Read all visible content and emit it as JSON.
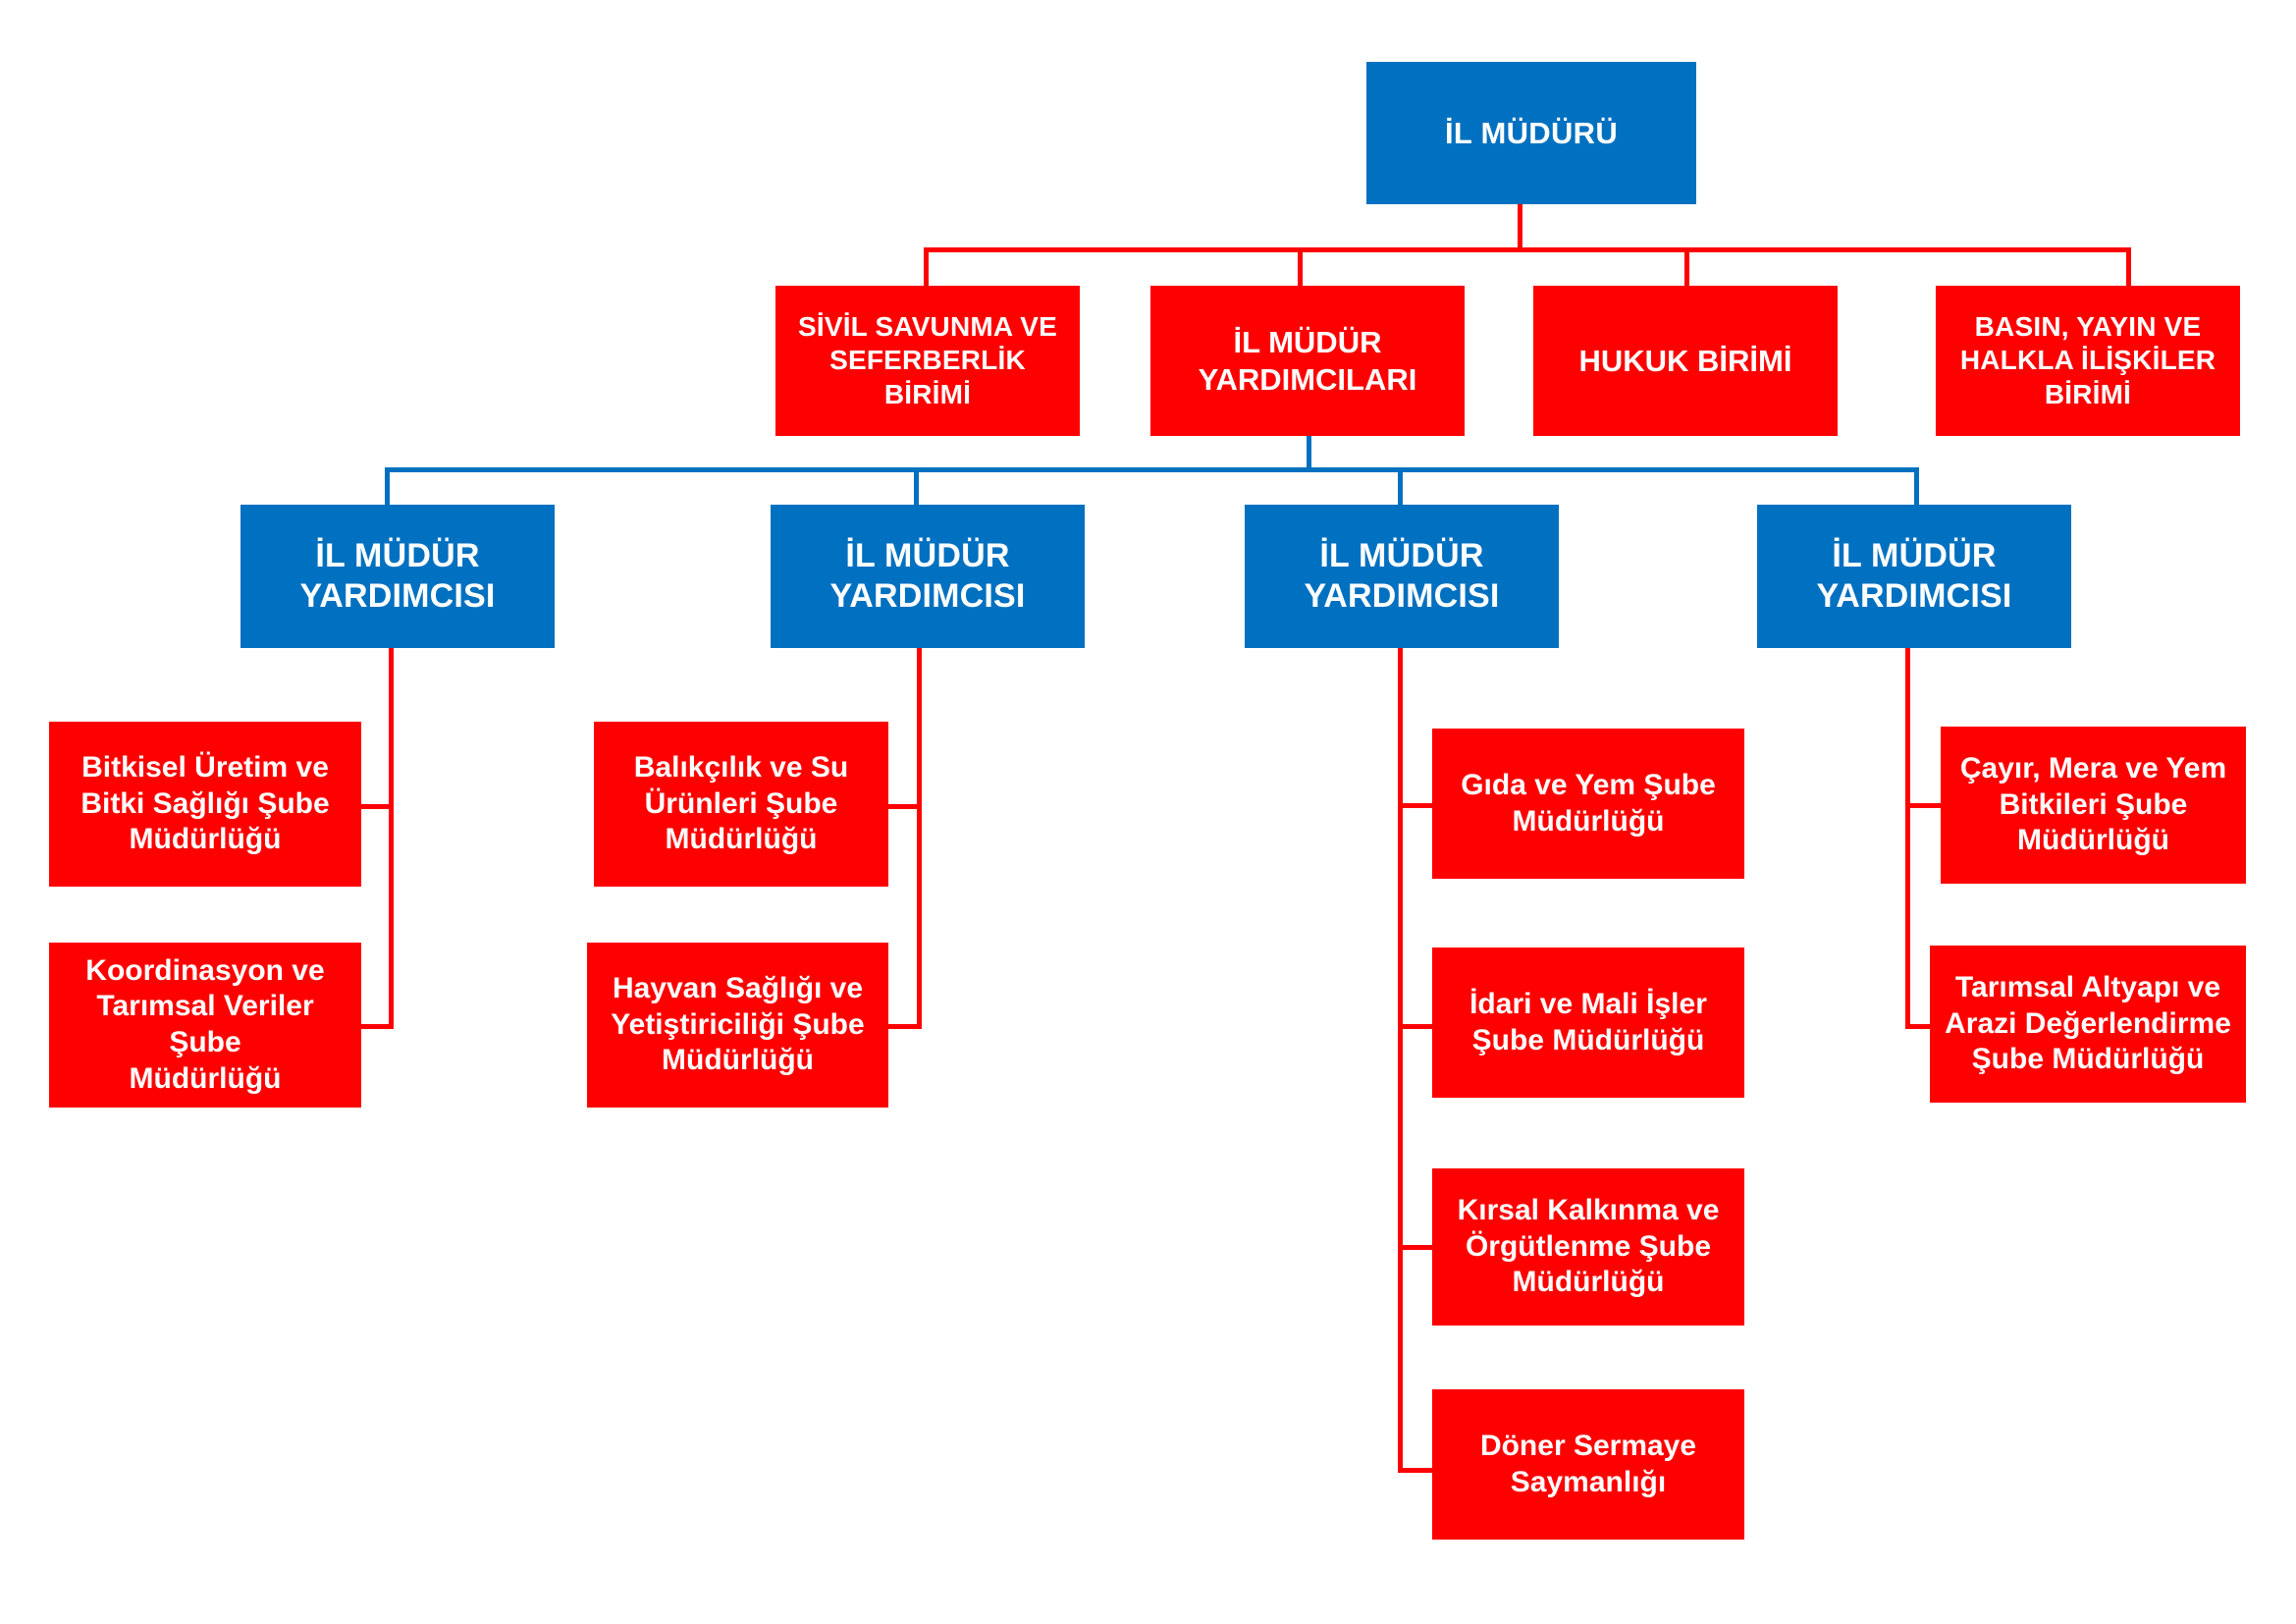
{
  "chart_title": "",
  "colors": {
    "blue": "#0070c0",
    "red": "#ff0000",
    "text": "#ffffff",
    "background": "#ffffff"
  },
  "root": {
    "label": "İL MÜDÜRÜ"
  },
  "units": [
    {
      "label": "SİVİL SAVUNMA VE\nSEFERBERLİK BİRİMİ"
    },
    {
      "label": "İL MÜDÜR\nYARDIMCILARI"
    },
    {
      "label": "HUKUK BİRİMİ"
    },
    {
      "label": "BASIN, YAYIN VE\nHALKLA İLİŞKİLER\nBİRİMİ"
    }
  ],
  "deputies": [
    {
      "label": "İL MÜDÜR\nYARDIMCISI",
      "children": [
        {
          "label": "Bitkisel Üretim ve\nBitki Sağlığı Şube\nMüdürlüğü"
        },
        {
          "label": "Koordinasyon ve\nTarımsal Veriler Şube\nMüdürlüğü"
        }
      ]
    },
    {
      "label": "İL MÜDÜR\nYARDIMCISI",
      "children": [
        {
          "label": "Balıkçılık ve Su\nÜrünleri Şube\nMüdürlüğü"
        },
        {
          "label": "Hayvan Sağlığı ve\nYetiştiriciliği Şube\nMüdürlüğü"
        }
      ]
    },
    {
      "label": "İL MÜDÜR\nYARDIMCISI",
      "children": [
        {
          "label": "Gıda ve Yem Şube\nMüdürlüğü"
        },
        {
          "label": "İdari ve Mali İşler\nŞube Müdürlüğü"
        },
        {
          "label": "Kırsal Kalkınma ve\nÖrgütlenme Şube\nMüdürlüğü"
        },
        {
          "label": "Döner Sermaye\nSaymanlığı"
        }
      ]
    },
    {
      "label": "İL MÜDÜR\nYARDIMCISI",
      "children": [
        {
          "label": "Çayır, Mera ve Yem\nBitkileri Şube\nMüdürlüğü"
        },
        {
          "label": "Tarımsal Altyapı ve\nArazi Değerlendirme\nŞube Müdürlüğü"
        }
      ]
    }
  ]
}
